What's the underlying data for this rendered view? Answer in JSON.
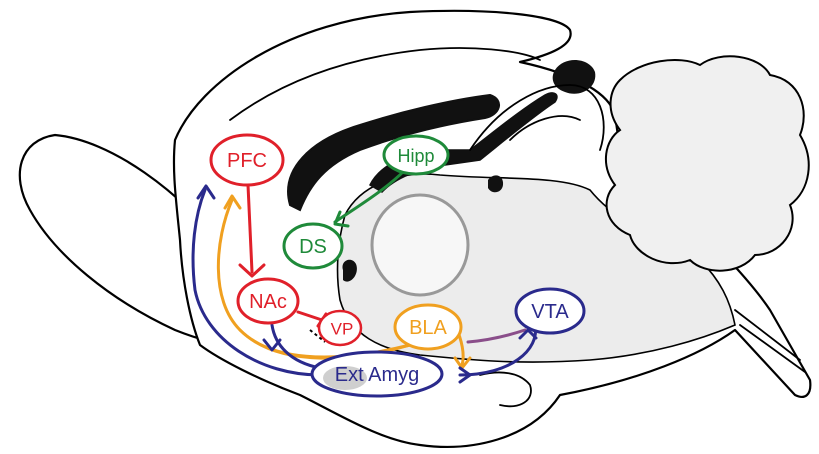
{
  "regions": {
    "pfc": {
      "label": "PFC",
      "color": "#e0202a"
    },
    "nac": {
      "label": "NAc",
      "color": "#e0202a"
    },
    "vp": {
      "label": "VP",
      "color": "#e0202a"
    },
    "ds": {
      "label": "DS",
      "color": "#1f8a3a"
    },
    "hipp": {
      "label": "Hipp",
      "color": "#1f8a3a"
    },
    "bla": {
      "label": "BLA",
      "color": "#f0a020"
    },
    "vta": {
      "label": "VTA",
      "color": "#2a2a8c"
    },
    "ext_amyg": {
      "label": "Ext Amyg",
      "color": "#2a2a8c"
    }
  },
  "colors": {
    "outline": "#000000",
    "tissue_fill": "#ececec",
    "inner_fill": "#f7f7f7",
    "dark_tract": "#111111",
    "purple_link": "#8a4e8a"
  }
}
